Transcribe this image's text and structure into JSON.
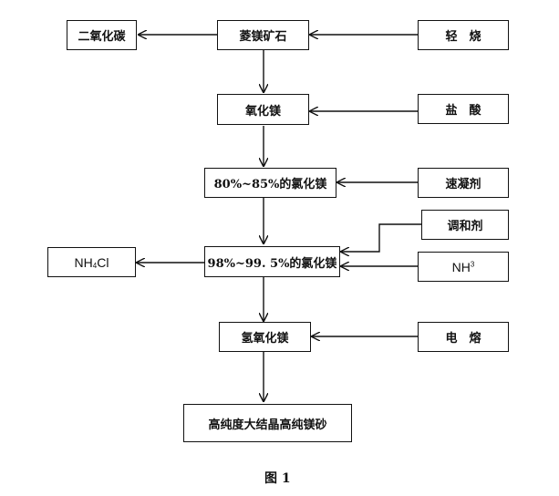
{
  "boxes": {
    "carbon_dioxide": "二氧化碳",
    "magnesite": "菱镁矿石",
    "light_burn": "轻　烧",
    "magnesium_oxide": "氧化镁",
    "hydrochloric_acid": "盐　酸",
    "mgcl_80": "80%~85%的氯化镁",
    "coagulant": "速凝剂",
    "conditioner": "调和剂",
    "nh4cl_left": "NH",
    "nh4cl_sub": "4",
    "nh4cl_right": "Cl",
    "mgcl_98": "98%~99. 5%的氯化镁",
    "nh3": "NH",
    "nh3_sup": "3",
    "mg_hydroxide": "氢氧化镁",
    "electric_fusion": "电　熔",
    "final_product": "高纯度大结晶高纯镁砂"
  },
  "caption": "图 1"
}
